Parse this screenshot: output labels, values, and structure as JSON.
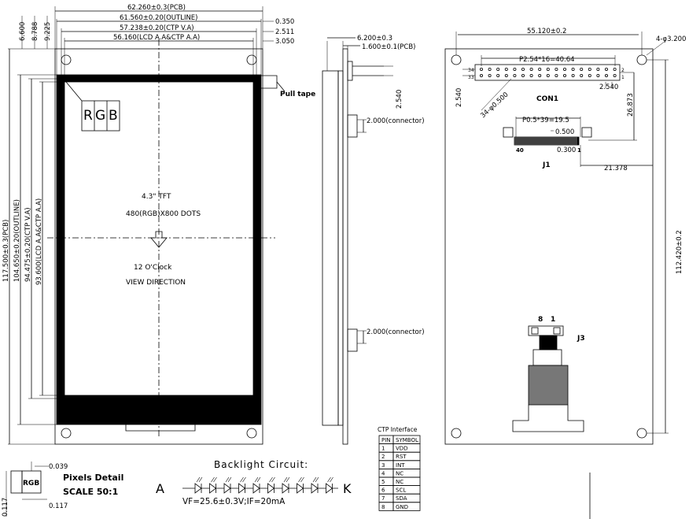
{
  "front": {
    "dims_top": [
      "62.260±0.3(PCB)",
      "61.560±0.20(OUTLINE)",
      "57.238±0.20(CTP V.A)",
      "56.160(LCD A.A&CTP A.A)"
    ],
    "dims_top_right": [
      "0.350",
      "2.511",
      "3.050"
    ],
    "dims_top_left": [
      "6.600",
      "8.788",
      "9.225"
    ],
    "dims_left": [
      "117.500±0.3(PCB)",
      "104.650±0.20(OUTLINE)",
      "94.475±0.20(CTP V.A)",
      "93.600(LCD A.A&CTP A.A)"
    ],
    "pull_tape": "Pull tape",
    "rgb": [
      "R",
      "G",
      "B"
    ],
    "tft_title": "4.3\" TFT",
    "tft_res": "480(RGB)X800  DOTS",
    "clock": "12  O'Clock",
    "view_dir": "VIEW DIRECTION"
  },
  "side": {
    "dim_top1": "6.200±0.3",
    "dim_top2": "1.600±0.1(PCB)",
    "dim_pin": "2.540",
    "conn1": "2.000(connector)",
    "conn2": "2.000(connector)"
  },
  "back": {
    "dim_width": "55.120±0.2",
    "holes": "4-φ3.200",
    "pitch": "P2.54*16=40.64",
    "pin_labels": [
      "34",
      "33",
      "2",
      "1"
    ],
    "dim_2540_left": "2.540",
    "dim_2540_right": "2.540",
    "pin_dia": "34-φ0.500",
    "con1": "CON1",
    "dim_26873": "26.873",
    "j1_pitch": "P0.5*39=19.5",
    "j1_0500": "0.500",
    "j1_0300": "0.300",
    "j1_40": "40",
    "j1_1": "1",
    "j1": "J1",
    "dim_21378": "21.378",
    "j3_8": "8",
    "j3_1": "1",
    "j3": "J3",
    "dim_height": "112.420±0.2"
  },
  "ctp": {
    "title": "CTP Interface",
    "headers": [
      "PIN",
      "SYMBOL"
    ],
    "rows": [
      [
        "1",
        "VDD"
      ],
      [
        "2",
        "RST"
      ],
      [
        "3",
        "INT"
      ],
      [
        "4",
        "NC"
      ],
      [
        "5",
        "NC"
      ],
      [
        "6",
        "SCL"
      ],
      [
        "7",
        "SDA"
      ],
      [
        "8",
        "GND"
      ]
    ]
  },
  "pixel": {
    "dim_top": "0.039",
    "dim_bottom": "0.117",
    "dim_left": "0.117",
    "rgb": "RGB",
    "title": "Pixels Detail",
    "scale": "SCALE 50:1"
  },
  "backlight": {
    "title": "Backlight Circuit:",
    "anode": "A",
    "cathode": "K",
    "spec": "VF=25.6±0.3V;IF=20mA",
    "led_count": 10
  }
}
